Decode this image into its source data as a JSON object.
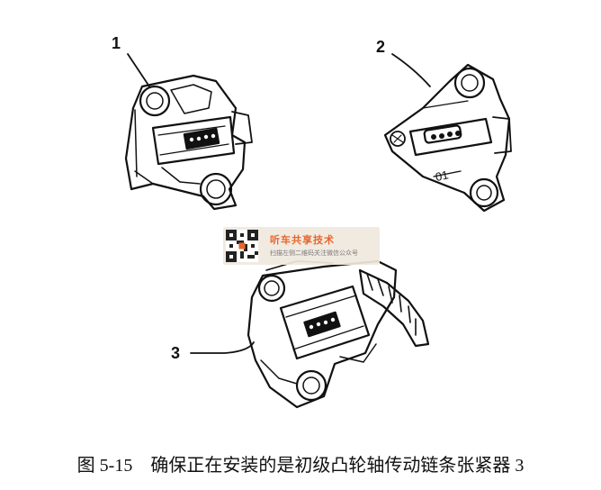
{
  "callouts": [
    "1",
    "2",
    "3"
  ],
  "watermark": {
    "title": "听车共享技术",
    "subtitle": "扫描左侧二维码关注微信公众号"
  },
  "caption": "图 5-15　确保正在安装的是初级凸轮轴传动链条张紧器 3"
}
